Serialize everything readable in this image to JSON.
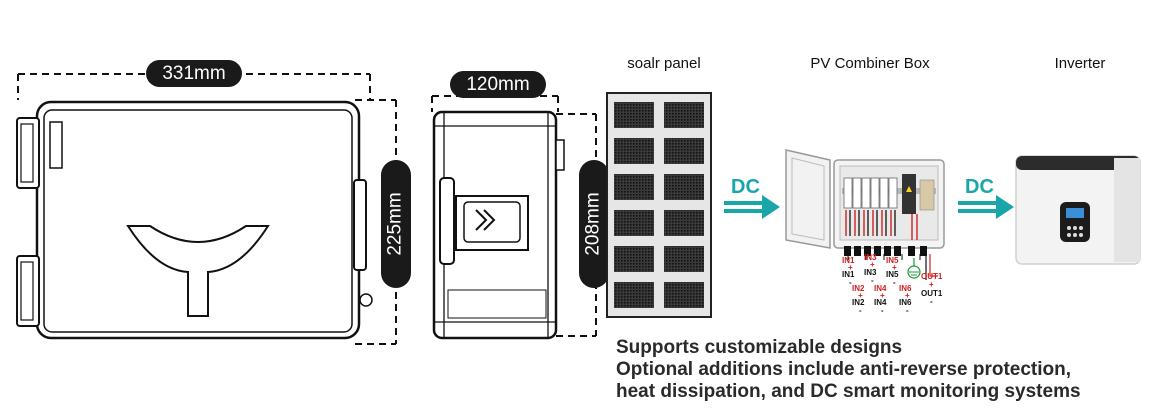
{
  "dimensions": {
    "front_width": "331mm",
    "front_height": "225mm",
    "side_width": "120mm",
    "side_height": "208mm"
  },
  "flow": {
    "solar_panel_label": "soalr panel",
    "combiner_label": "PV Combiner Box",
    "inverter_label": "Inverter",
    "arrow1_label": "DC",
    "arrow2_label": "DC"
  },
  "terminals": {
    "in1": "IN1",
    "in2": "IN2",
    "in3": "IN3",
    "in4": "IN4",
    "in5": "IN5",
    "in6": "IN6",
    "out1": "OUT1",
    "plus": "+",
    "minus": "-"
  },
  "caption": {
    "line1": "Supports customizable designs",
    "line2": "Optional additions include anti-reverse protection,",
    "line3": "heat dissipation, and DC smart monitoring systems"
  },
  "colors": {
    "accent": "#1aa6a8",
    "terminal_red": "#d21f1f",
    "pill": "#1a1a1a"
  }
}
